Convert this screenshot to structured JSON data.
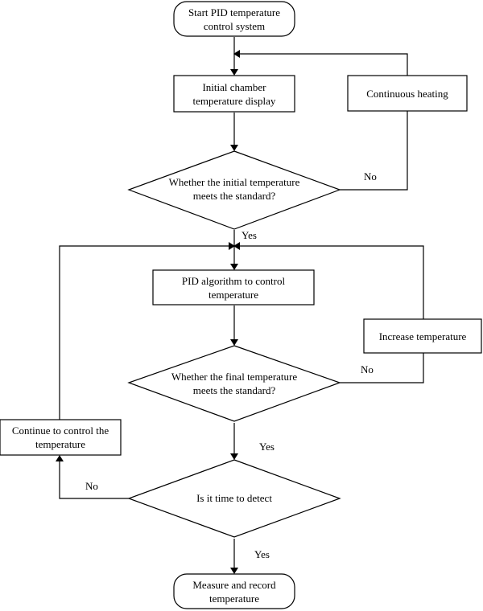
{
  "nodes": {
    "start": {
      "lines": [
        "Start PID temperature",
        "control system"
      ]
    },
    "initial_display": {
      "lines": [
        "Initial chamber",
        "temperature display"
      ]
    },
    "continuous_heating": {
      "lines": [
        "Continuous heating"
      ]
    },
    "decision_initial": {
      "lines": [
        "Whether the initial temperature",
        "meets the standard?"
      ]
    },
    "pid_control": {
      "lines": [
        "PID algorithm to control",
        "temperature"
      ]
    },
    "increase_temp": {
      "lines": [
        "Increase temperature"
      ]
    },
    "decision_final": {
      "lines": [
        "Whether the final temperature",
        "meets the standard?"
      ]
    },
    "continue_control": {
      "lines": [
        "Continue to control the",
        "temperature"
      ]
    },
    "decision_time": {
      "lines": [
        "Is it time to detect"
      ]
    },
    "end": {
      "lines": [
        "Measure and record",
        "temperature"
      ]
    }
  },
  "edge_labels": {
    "initial_no": "No",
    "initial_yes": "Yes",
    "final_no": "No",
    "final_yes": "Yes",
    "time_no": "No",
    "time_yes": "Yes"
  }
}
